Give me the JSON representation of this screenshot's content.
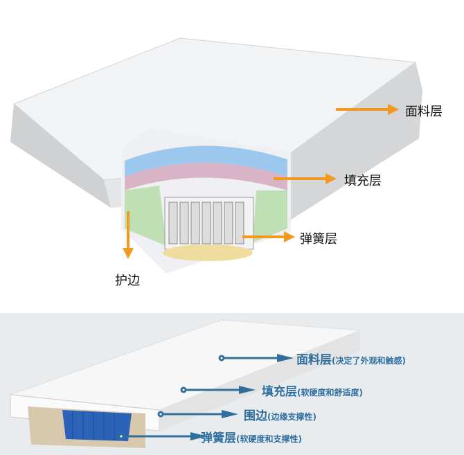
{
  "top_labels": {
    "cover": "面料层",
    "filling": "填充层",
    "spring": "弹簧层",
    "edge": "护边"
  },
  "bottom_labels": [
    {
      "name": "面料层",
      "note": "(决定了外观和触感)"
    },
    {
      "name": "填充层",
      "note": "(软硬度和舒适度)"
    },
    {
      "name": "围边",
      "note": "(边缘支撑性)"
    },
    {
      "name": "弹簧层",
      "note": "(软硬度和支撑性)"
    }
  ],
  "colors": {
    "arrow_top": "#f29a1f",
    "arrow_bottom": "#2f6f9e",
    "text_bottom": "#2f6f9e"
  }
}
